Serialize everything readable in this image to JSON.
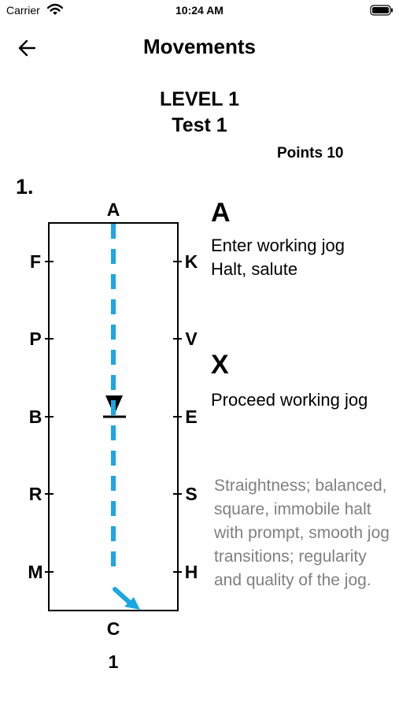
{
  "status_bar": {
    "carrier": "Carrier",
    "time": "10:24 AM"
  },
  "nav": {
    "title": "Movements",
    "back_icon": "arrow-left-icon"
  },
  "test": {
    "level": "LEVEL 1",
    "name": "Test 1",
    "points": "Points 10"
  },
  "movement": {
    "number": "1.",
    "steps": [
      {
        "marker": "A",
        "lines": [
          "Enter working jog",
          "Halt, salute"
        ]
      },
      {
        "marker": "X",
        "lines": [
          "Proceed working jog"
        ]
      }
    ],
    "directive": "Straightness; balanced, square, immobile halt with prompt, smooth jog transitions; regularity and quality of the jog."
  },
  "arena": {
    "top_letter": "A",
    "bottom_letter": "C",
    "footer_number": "1",
    "left_letters": [
      "F",
      "P",
      "B",
      "R",
      "M"
    ],
    "right_letters": [
      "K",
      "V",
      "E",
      "S",
      "H"
    ],
    "path_color": "#1aa7e2"
  }
}
